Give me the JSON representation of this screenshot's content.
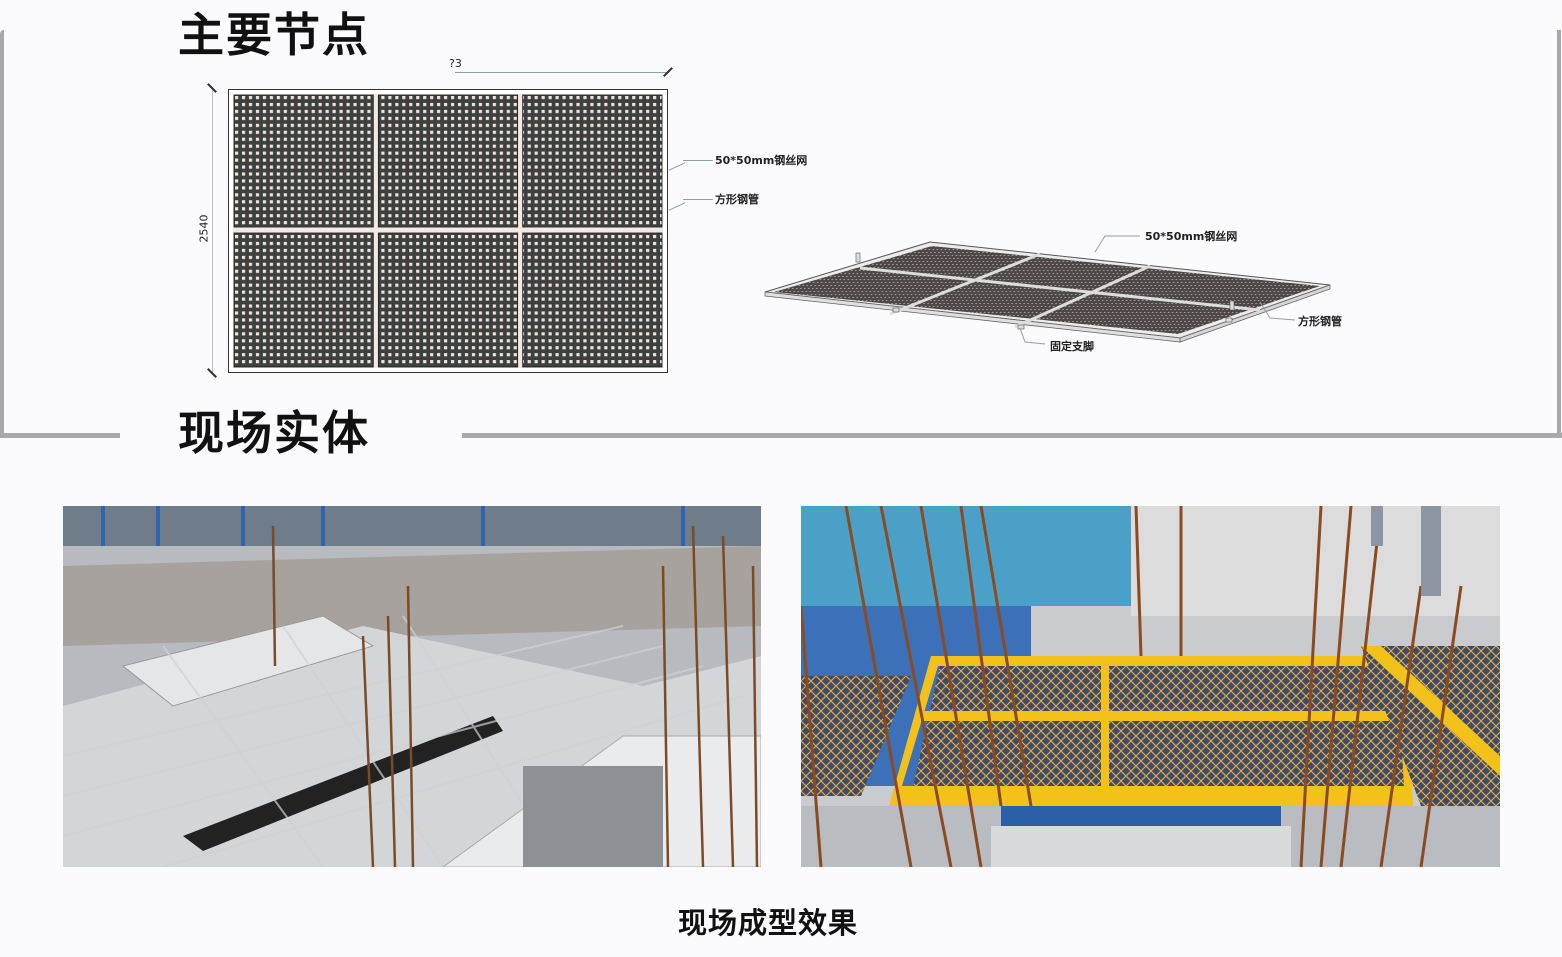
{
  "sections": {
    "main_nodes": {
      "title": "主要节点"
    },
    "site_entity": {
      "title": "现场实体"
    }
  },
  "plan_drawing": {
    "dimension_top": "?3",
    "dimension_left": "2540",
    "callouts": {
      "mesh": "50*50mm钢丝网",
      "tube": "方形钢管"
    },
    "panels": 6,
    "columns": 3,
    "rows": 2
  },
  "iso_drawing": {
    "callouts": {
      "mesh": "50*50mm钢丝网",
      "tube": "方形钢管",
      "foot": "固定支脚"
    }
  },
  "photos": [
    {
      "id": "photo-left",
      "description": "Construction site with aluminum formwork and steel mesh covers over openings"
    },
    {
      "id": "photo-right",
      "description": "Yellow square-tube frame with expanded steel mesh protection cover over shaft opening"
    }
  ],
  "caption": "现场成型效果",
  "colors": {
    "background": "#fbfbfd",
    "rule": "#a9a9ab",
    "frame_yellow": "#f2c21b",
    "rebar": "#8a4a22",
    "formwork_blue": "#2f6db3"
  }
}
